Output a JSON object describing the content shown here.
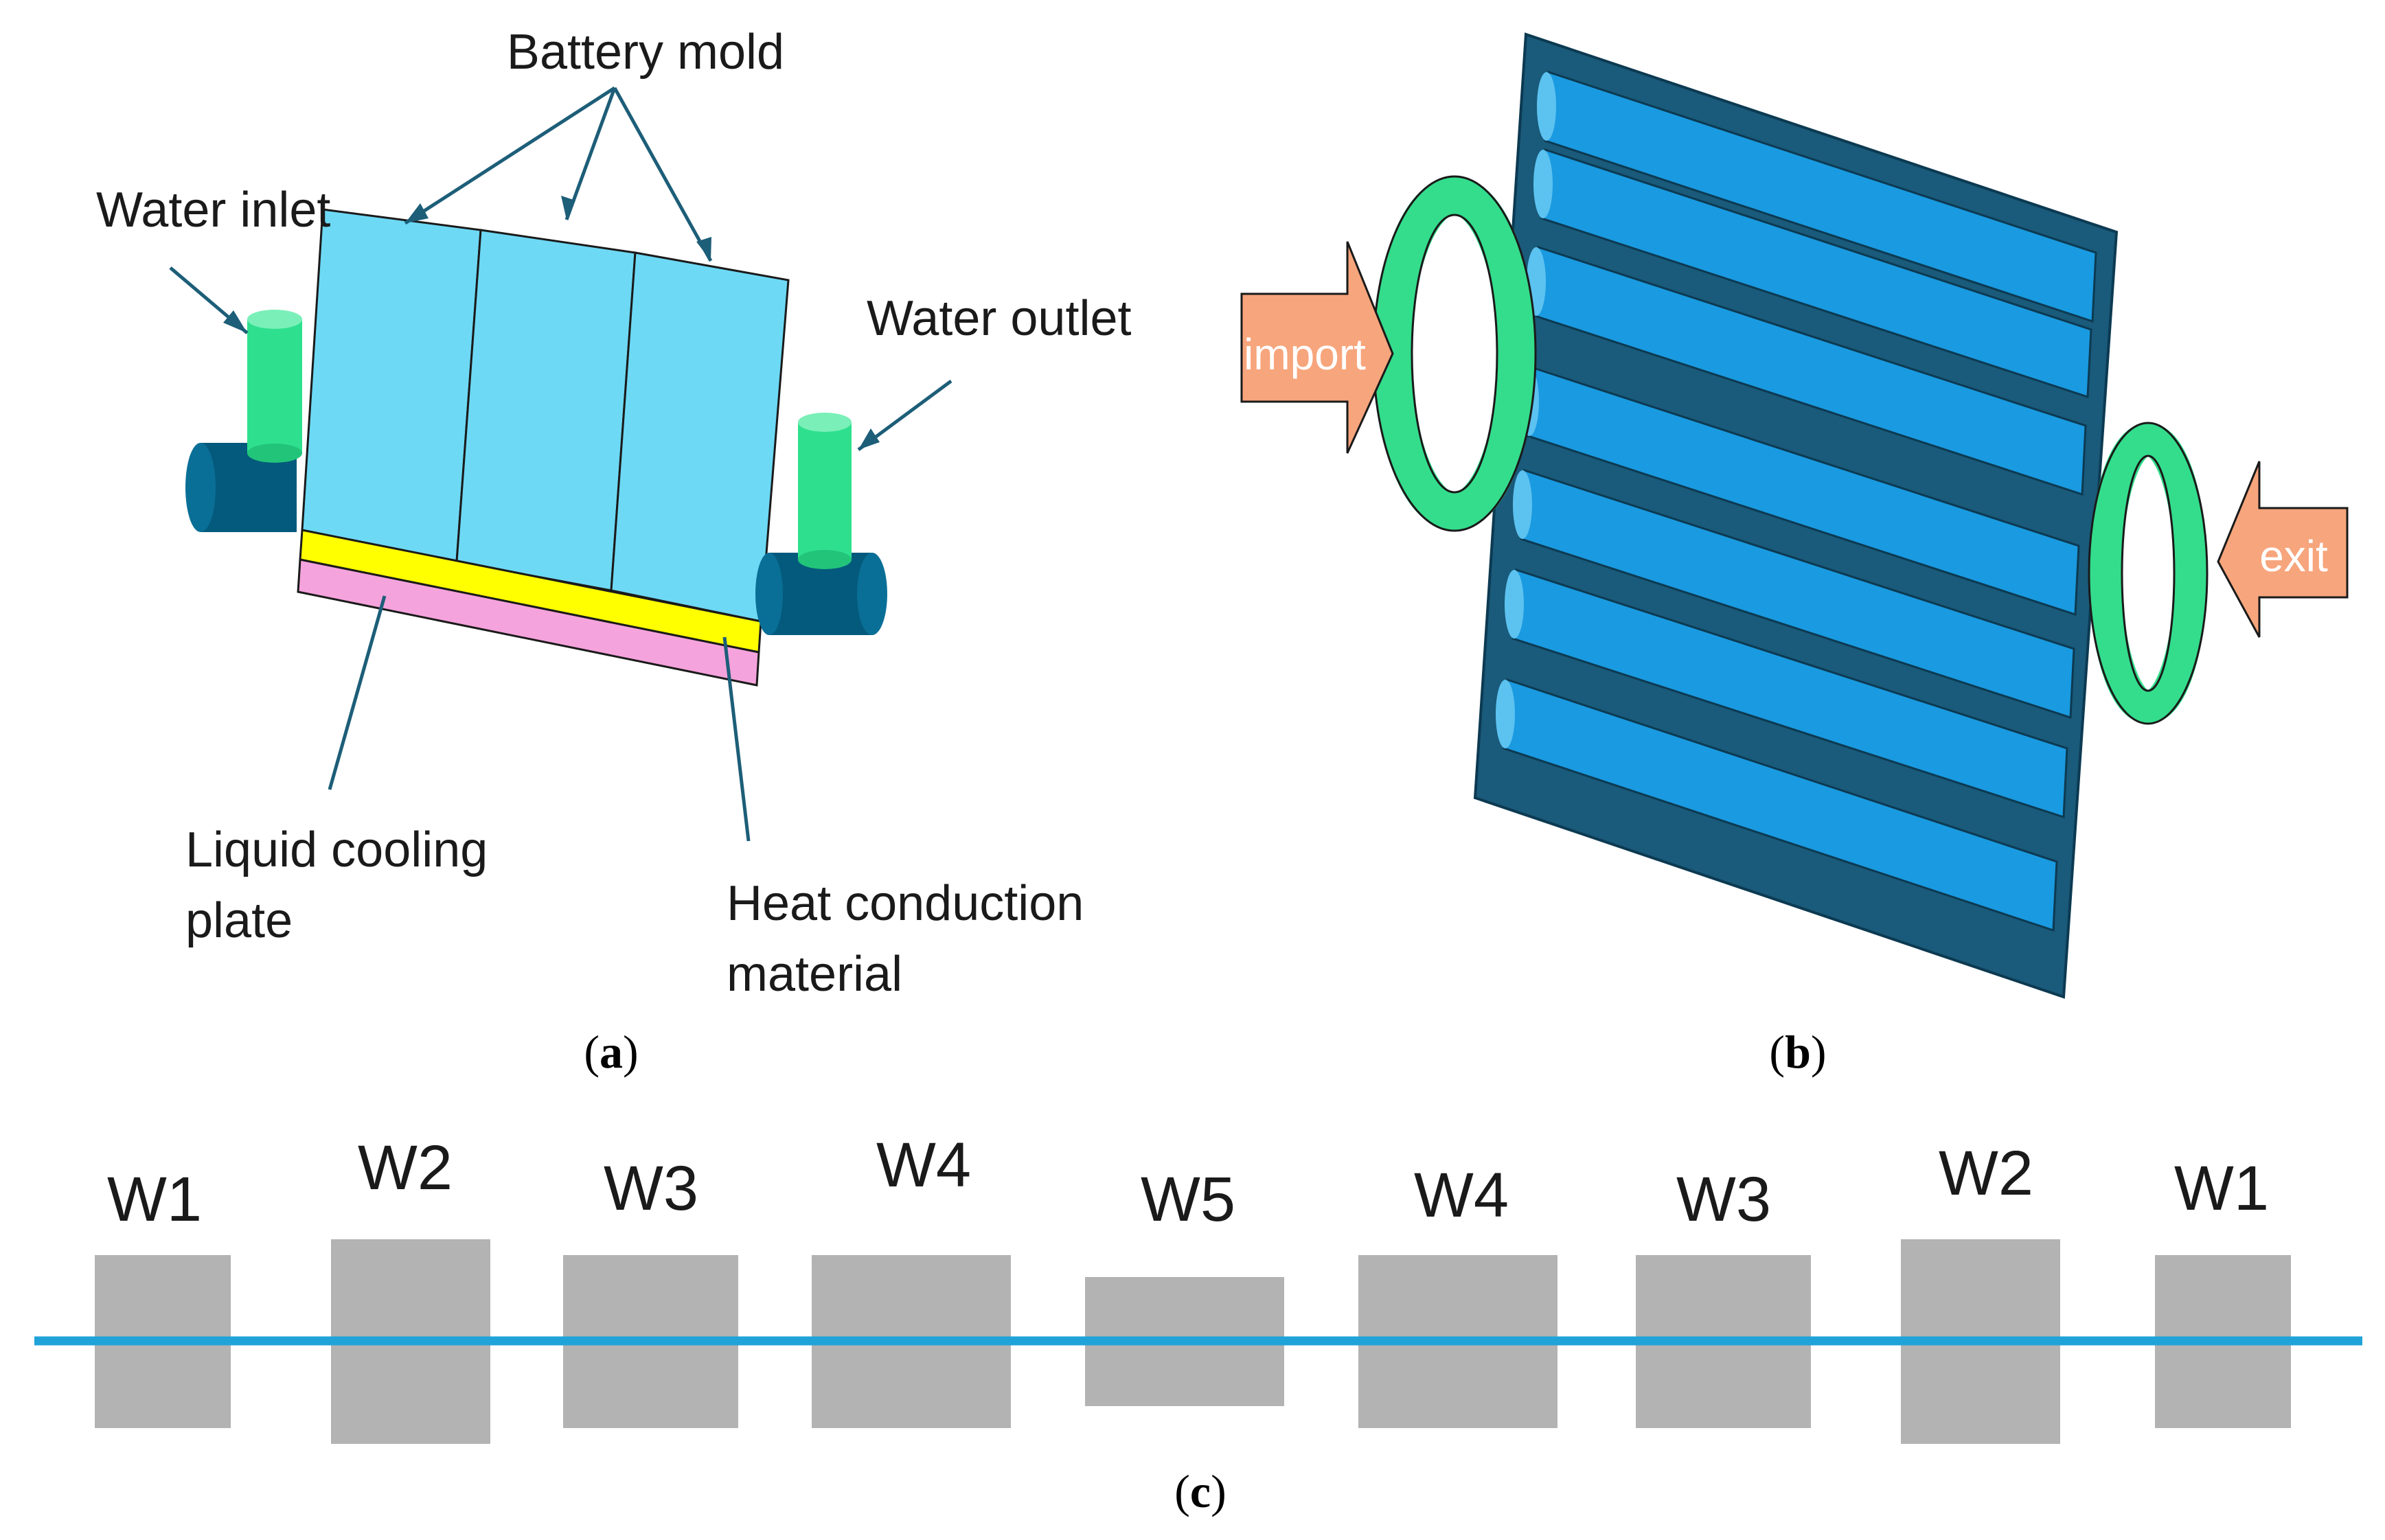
{
  "panel_a": {
    "label_battery_mold": "Battery mold",
    "label_water_inlet": "Water inlet",
    "label_water_outlet": "Water outlet",
    "label_liquid_cooling_line1": "Liquid cooling",
    "label_liquid_cooling_line2": "plate",
    "label_heat_conduction_line1": "Heat conduction",
    "label_heat_conduction_line2": "material",
    "caption_open": "(",
    "caption_letter": "a",
    "caption_close": ")"
  },
  "panel_b": {
    "arrow_in_label": "import",
    "arrow_out_label": "exit",
    "caption_open": "(",
    "caption_letter": "b",
    "caption_close": ")"
  },
  "panel_c": {
    "blocks": [
      "W1",
      "W2",
      "W3",
      "W4",
      "W5",
      "W4",
      "W3",
      "W2",
      "W1"
    ],
    "caption_open": "(",
    "caption_letter": "c",
    "caption_close": ")"
  },
  "colors": {
    "battery": "#6dd9f5",
    "inlet_cylinder": "#2ee08e",
    "pipe": "#045a7c",
    "heat_layer": "#ffff00",
    "cooling_plate": "#f5a3dc",
    "leader_line": "#1d5e78",
    "plate_dark": "#1a5a7a",
    "tube_blue": "#1a9ae0",
    "ring_green": "#33dd8c",
    "arrow_salmon": "#f7a57c",
    "block_gray": "#b3b3b3",
    "flow_line": "#1fa3d9"
  }
}
